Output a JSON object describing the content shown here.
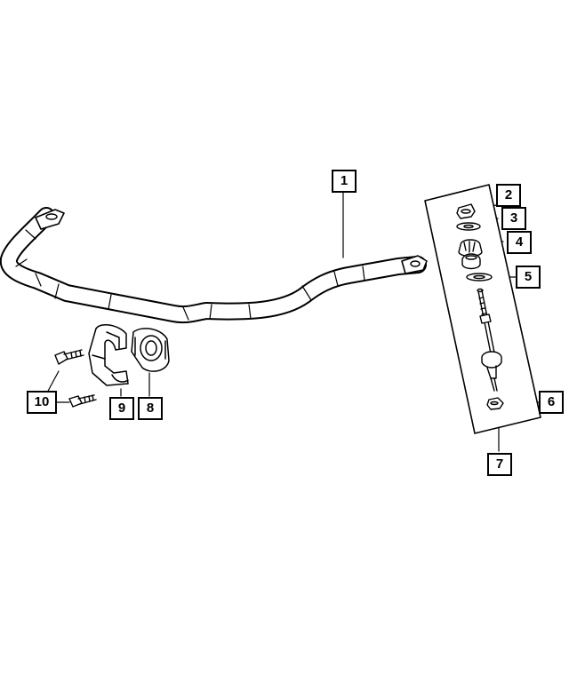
{
  "callouts": {
    "c1": "1",
    "c2": "2",
    "c3": "3",
    "c4": "4",
    "c5": "5",
    "c6": "6",
    "c7": "7",
    "c8": "8",
    "c9": "9",
    "c10": "10"
  },
  "colors": {
    "line": "#000000",
    "background": "#ffffff",
    "part_fill": "#ffffff",
    "shade": "#d9d9d9"
  }
}
